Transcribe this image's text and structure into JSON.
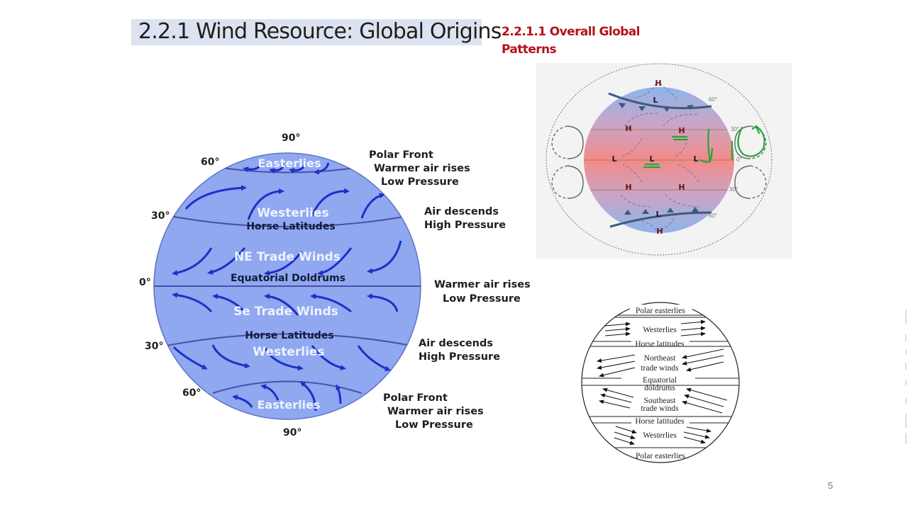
{
  "slide": {
    "title": "2.2.1 Wind Resource: Global Origins",
    "subtitle_line1": "2.2.1.1 Overall Global",
    "subtitle_line2": "Patterns",
    "page_number": "5",
    "colors": {
      "title_bg": "#dbe2f0",
      "subtitle": "#b5121b",
      "globe_fill": "#8fa8f0",
      "arrow": "#1f2fc8",
      "annotation_green": "#1fa83a"
    }
  },
  "globe_diagram": {
    "latitudes": {
      "top_90": "90°",
      "n60": "60°",
      "n30": "30°",
      "eq": "0°",
      "s30": "30°",
      "s60": "60°",
      "bottom_90": "90°"
    },
    "bands": {
      "n_easterlies": "Easterlies",
      "n_westerlies": "Westerlies",
      "n_horse": "Horse Latitudes",
      "ne_trade": "NE Trade Winds",
      "doldrums": "Equatorial Doldrums",
      "se_trade": "Se Trade Winds",
      "s_horse": "Horse Latitudes",
      "s_westerlies": "Westerlies",
      "s_easterlies": "Easterlies"
    },
    "notes": {
      "n_polar_1": "Polar Front",
      "n_polar_2": "Warmer air rises",
      "n_polar_3": "Low Pressure",
      "n_desc_1": "Air descends",
      "n_desc_2": "High Pressure",
      "eq_1": "Warmer air rises",
      "eq_2": "Low Pressure",
      "s_desc_1": "Air descends",
      "s_desc_2": "High Pressure",
      "s_polar_1": "Polar Front",
      "s_polar_2": "Warmer air rises",
      "s_polar_3": "Low Pressure"
    }
  },
  "pressure_diagram": {
    "H": "H",
    "L": "L",
    "lat60": "60°",
    "lat30": "30°",
    "lat0": "0°"
  },
  "bw_diagram": {
    "bands": {
      "polar_n": "Polar easterlies",
      "westerlies_n": "Westerlies",
      "horse_n": "Horse latitudes",
      "ne_1": "Northeast",
      "ne_2": "trade winds",
      "eq_1": "Equatorial",
      "eq_2": "doldrums",
      "se_1": "Southeast",
      "se_2": "trade winds",
      "horse_s": "Horse latitudes",
      "westerlies_s": "Westerlies",
      "polar_s": "Polar easterlies"
    }
  }
}
